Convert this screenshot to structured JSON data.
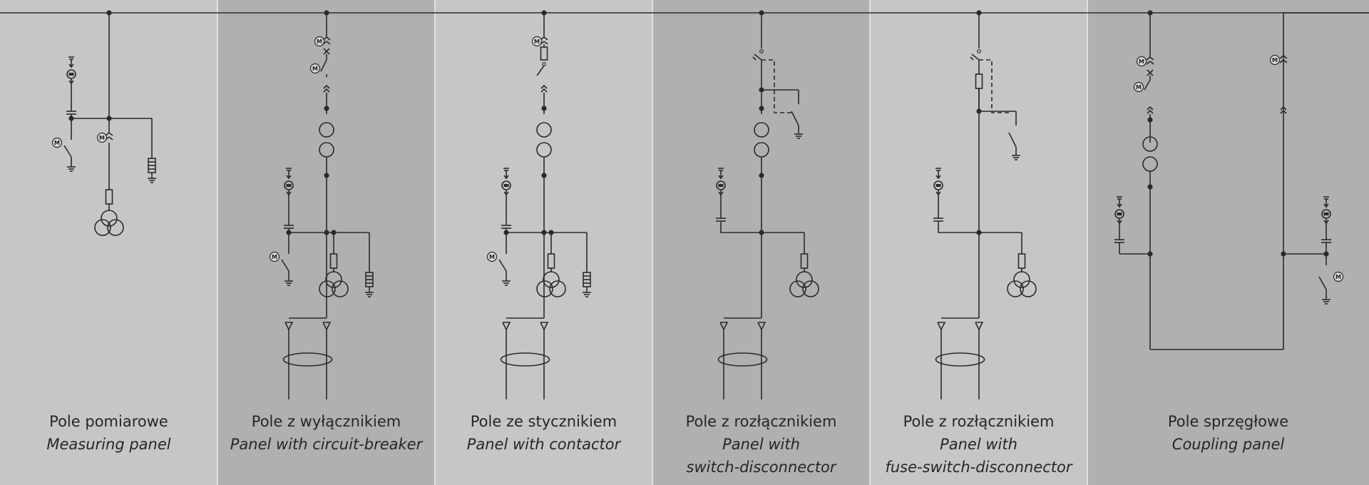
{
  "colors": {
    "panel_light": "#c5c6c5",
    "panel_dark": "#afb0af",
    "line": "#2a2a2a",
    "motor_fill": "#d9d9d9"
  },
  "motor_label": "M",
  "panels": [
    {
      "title": "Pole pomiarowe",
      "subtitle": [
        "Measuring panel"
      ],
      "type": "measuring"
    },
    {
      "title": "Pole z wyłącznikiem",
      "subtitle": [
        "Panel with circuit-breaker"
      ],
      "type": "circuit-breaker"
    },
    {
      "title": "Pole ze stycznikiem",
      "subtitle": [
        "Panel with contactor"
      ],
      "type": "contactor"
    },
    {
      "title": "Pole z rozłącznikiem",
      "subtitle": [
        "Panel with",
        "switch-disconnector"
      ],
      "type": "switch-disconnector"
    },
    {
      "title": "Pole z rozłącznikiem",
      "subtitle": [
        "Panel with",
        "fuse-switch-disconnector"
      ],
      "type": "fuse-switch-disconnector"
    },
    {
      "title": "Pole sprzęgłowe",
      "subtitle": [
        "Coupling panel"
      ],
      "type": "coupling"
    }
  ]
}
